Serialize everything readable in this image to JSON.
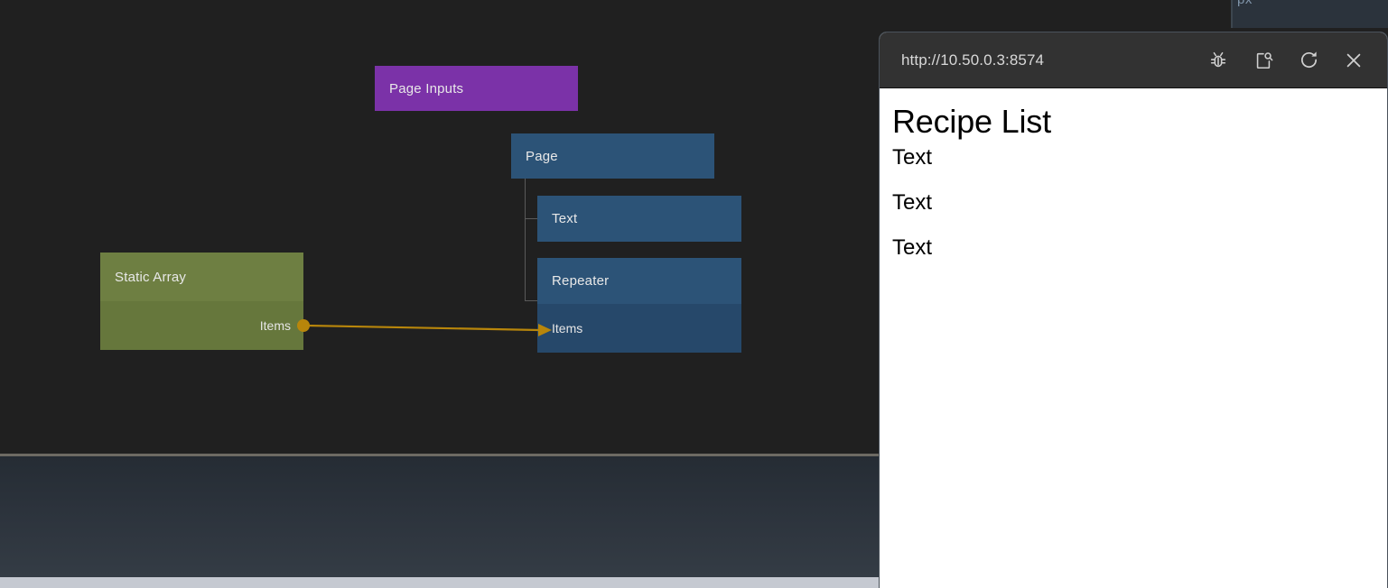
{
  "editor": {
    "clipped_label": "px",
    "nodes": [
      {
        "id": "page-inputs",
        "title": "Page Inputs",
        "color": "#7b32a8"
      },
      {
        "id": "page",
        "title": "Page",
        "color": "#2c5377"
      },
      {
        "id": "text",
        "title": "Text",
        "color": "#2c5377"
      },
      {
        "id": "repeater",
        "title": "Repeater",
        "color": "#2c5377",
        "port_in": "Items"
      },
      {
        "id": "static-array",
        "title": "Static Array",
        "color": "#6e7f42",
        "port_out": "Items"
      }
    ],
    "connection": {
      "from": "Items",
      "to": "Items",
      "color": "#b8860b"
    },
    "colors": {
      "canvas_bg": "#202020",
      "node_purple": "#7b32a8",
      "node_blue": "#2c5377",
      "node_blue_body": "#26486a",
      "node_green": "#6e7f42",
      "node_green_body": "#66773c",
      "wire": "#b8860b",
      "tree_line": "#5a5a5a",
      "panel_separator": "#6d6a63",
      "bottom_strip": "#c5c9d1"
    }
  },
  "browser": {
    "url": "http://10.50.0.3:8574",
    "toolbar_buttons": [
      {
        "name": "debug-bug-icon",
        "label": "Debug"
      },
      {
        "name": "open-external-icon",
        "label": "Open in browser"
      },
      {
        "name": "reload-icon",
        "label": "Reload"
      },
      {
        "name": "close-icon",
        "label": "Close"
      }
    ],
    "content": {
      "title": "Recipe List",
      "items": [
        "Text",
        "Text",
        "Text"
      ]
    }
  }
}
